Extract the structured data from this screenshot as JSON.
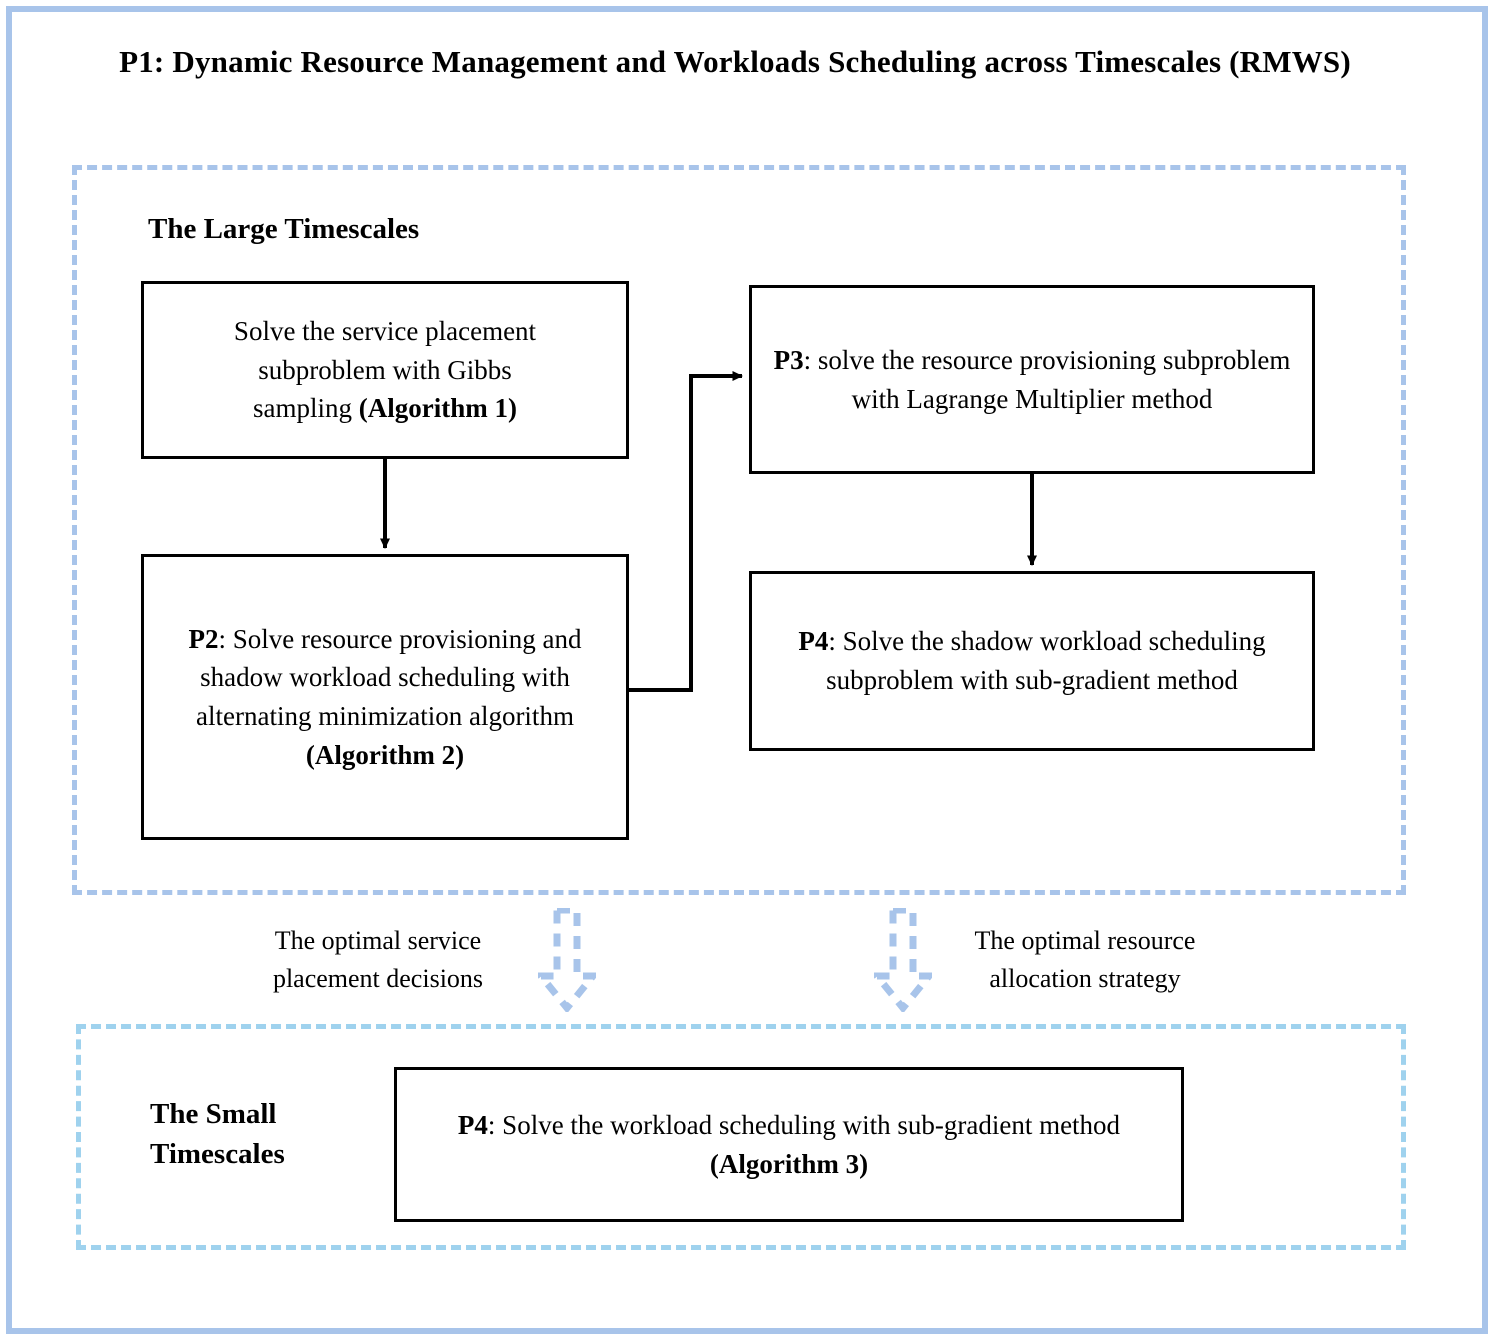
{
  "title": "P1:  Dynamic Resource Management and Workloads Scheduling  across Timescales (RMWS)",
  "colors": {
    "outer_frame": "#a8c4ea",
    "large_timescales_border": "#a8c4ea",
    "small_timescales_border": "#9fd2ee",
    "block_arrow": "#a8c4ea",
    "box_border": "#000000",
    "text": "#000000",
    "background": "#ffffff"
  },
  "large_timescales": {
    "heading": "The Large Timescales",
    "boxes": {
      "algorithm1": {
        "line1": "Solve the service placement",
        "line2": "subproblem with Gibbs",
        "line3_plain": "sampling ",
        "line3_bold": "(Algorithm 1)"
      },
      "p2": {
        "label": "P2",
        "body": ": Solve resource provisioning and shadow workload scheduling with alternating minimization algorithm",
        "bold_tail": "(Algorithm 2)"
      },
      "p3": {
        "label": "P3",
        "body": ": solve the resource provisioning subproblem with Lagrange Multiplier method"
      },
      "p4": {
        "label": "P4",
        "body": ": Solve the shadow workload scheduling subproblem with sub-gradient method"
      }
    }
  },
  "transitions": {
    "left_label": "The optimal service placement decisions",
    "right_label": "The optimal resource allocation strategy"
  },
  "small_timescales": {
    "heading": "The Small Timescales",
    "box": {
      "label": "P4",
      "body": ": Solve the workload scheduling with sub-gradient method ",
      "bold_tail": "(Algorithm 3)"
    }
  }
}
